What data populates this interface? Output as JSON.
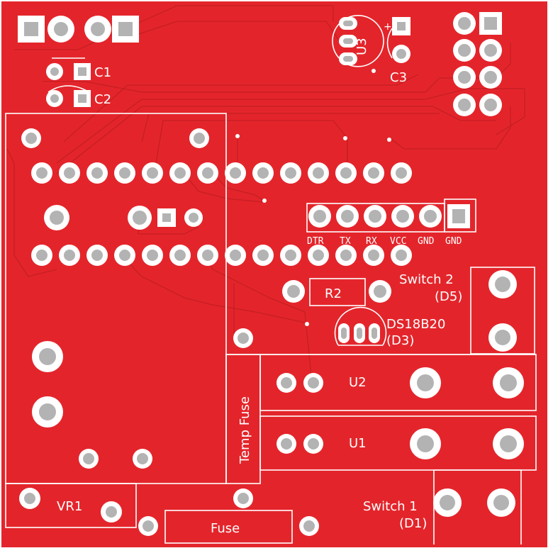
{
  "board": {
    "background": "#e3252b",
    "outline": "#ffffff",
    "pad": "#ffffff",
    "drill": "#b3b3b3"
  },
  "labels": {
    "c1": "C1",
    "c2": "C2",
    "c3": "C3",
    "u3": "U3",
    "plus": "+",
    "r2": "R2",
    "ds18b20": "DS18B20",
    "d3": "(D3)",
    "switch2": "Switch 2",
    "d5": "(D5)",
    "switch1": "Switch 1",
    "d1": "(D1)",
    "u1": "U1",
    "u2": "U2",
    "temp_fuse": "Temp Fuse",
    "fuse": "Fuse",
    "vr1": "VR1"
  },
  "header_pins": [
    "DTR",
    "TX",
    "RX",
    "VCC",
    "GND",
    "GND"
  ]
}
